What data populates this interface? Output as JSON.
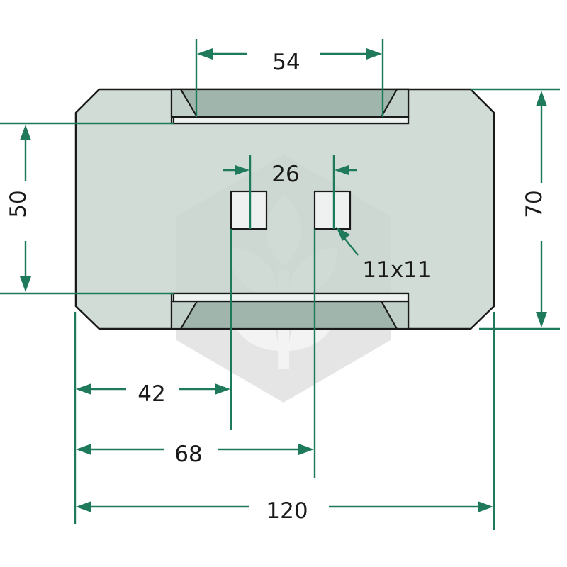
{
  "drawing": {
    "dimensions": {
      "slot_width": "54",
      "slot_spacing": "50",
      "plate_height": "70",
      "hole_spacing": "26",
      "hole_size": "11x11",
      "hole1_offset": "42",
      "hole2_offset": "68",
      "plate_width": "120"
    },
    "colors": {
      "dimension_line": "#1f7a5c",
      "plate_fill": "#c9d6d0",
      "outline": "#1a1a1a"
    },
    "watermark_icon": "wheat-hexagon-logo"
  }
}
